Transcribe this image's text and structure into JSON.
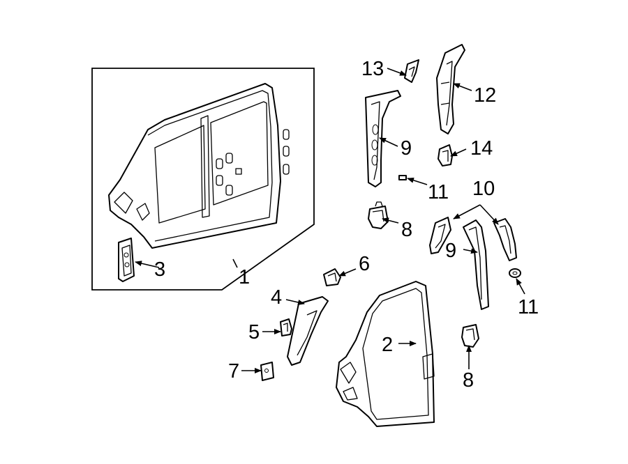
{
  "callouts": {
    "c1": "1",
    "c2": "2",
    "c3": "3",
    "c4": "4",
    "c5": "5",
    "c6": "6",
    "c7": "7",
    "c8a": "8",
    "c8b": "8",
    "c9a": "9",
    "c9b": "9",
    "c10": "10",
    "c11a": "11",
    "c11b": "11",
    "c12": "12",
    "c13": "13",
    "c14": "14"
  }
}
